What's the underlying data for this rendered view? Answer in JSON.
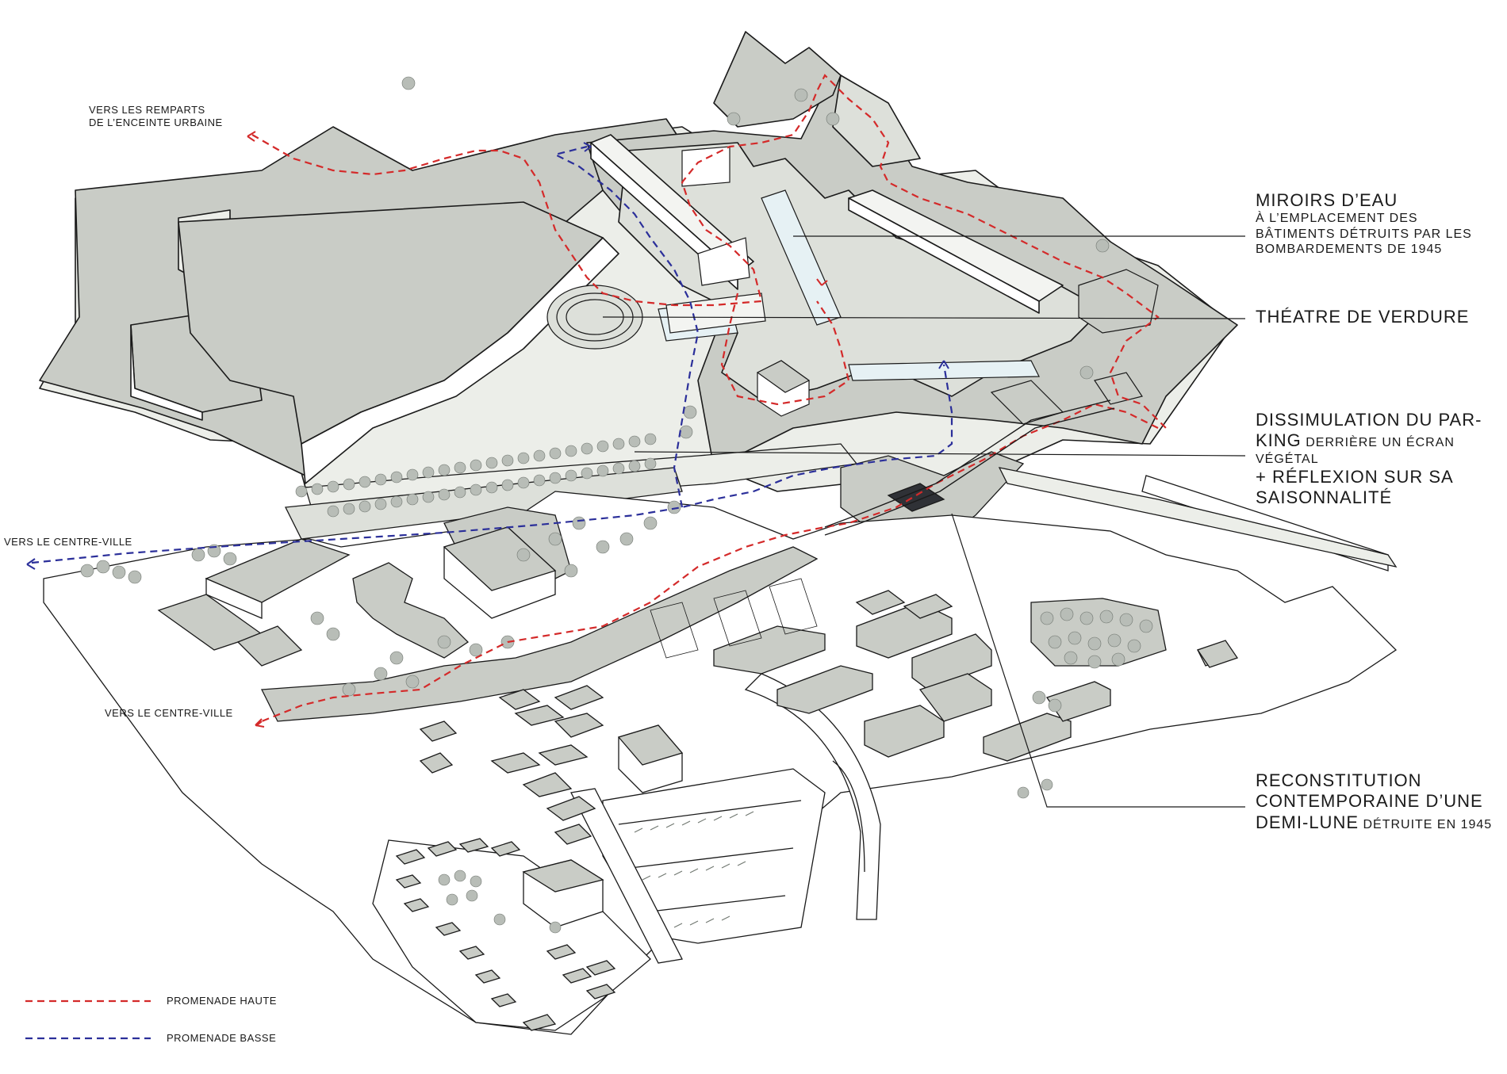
{
  "annotations": {
    "miroirs": {
      "title": "MIROIRS D’EAU",
      "line1": "À L’EMPLACEMENT DES",
      "line2": "BÂTIMENTS DÉTRUITS PAR LES",
      "line3": "BOMBARDEMENTS DE 1945"
    },
    "theatre": {
      "title": "THÉATRE DE VERDURE"
    },
    "parking": {
      "line1_big": "DISSIMULATION DU PAR-",
      "line2_big": "KING",
      "line2_small": " DERRIÈRE UN ÉCRAN",
      "line3": "VÉGÉTAL",
      "line4": "+ RÉFLEXION SUR SA",
      "line5": "SAISONNALITÉ"
    },
    "demilune": {
      "line1": "RECONSTITUTION",
      "line2": "CONTEMPORAINE D’UNE",
      "line3_big": "DEMI-LUNE",
      "line3_small": " DÉTRUITE EN 1945"
    }
  },
  "directions": {
    "remparts_line1": "VERS LES REMPARTS",
    "remparts_line2": "DE L’ENCEINTE URBAINE",
    "centre_ville_top": "VERS LE CENTRE-VILLE",
    "centre_ville_bottom": "VERS LE CENTRE-VILLE"
  },
  "legend": {
    "items": [
      {
        "label": "PROMENADE HAUTE",
        "color": "#d42a2a"
      },
      {
        "label": "PROMENADE BASSE",
        "color": "#2b2f9a"
      }
    ]
  },
  "colors": {
    "terrain": "#c9ccc6",
    "terrain_light": "#dde0da",
    "outline": "#1a1a1a",
    "water": "#e6f1f4",
    "tree": "#9aa19a",
    "promenade_haute": "#d42a2a",
    "promenade_basse": "#2b2f9a"
  }
}
